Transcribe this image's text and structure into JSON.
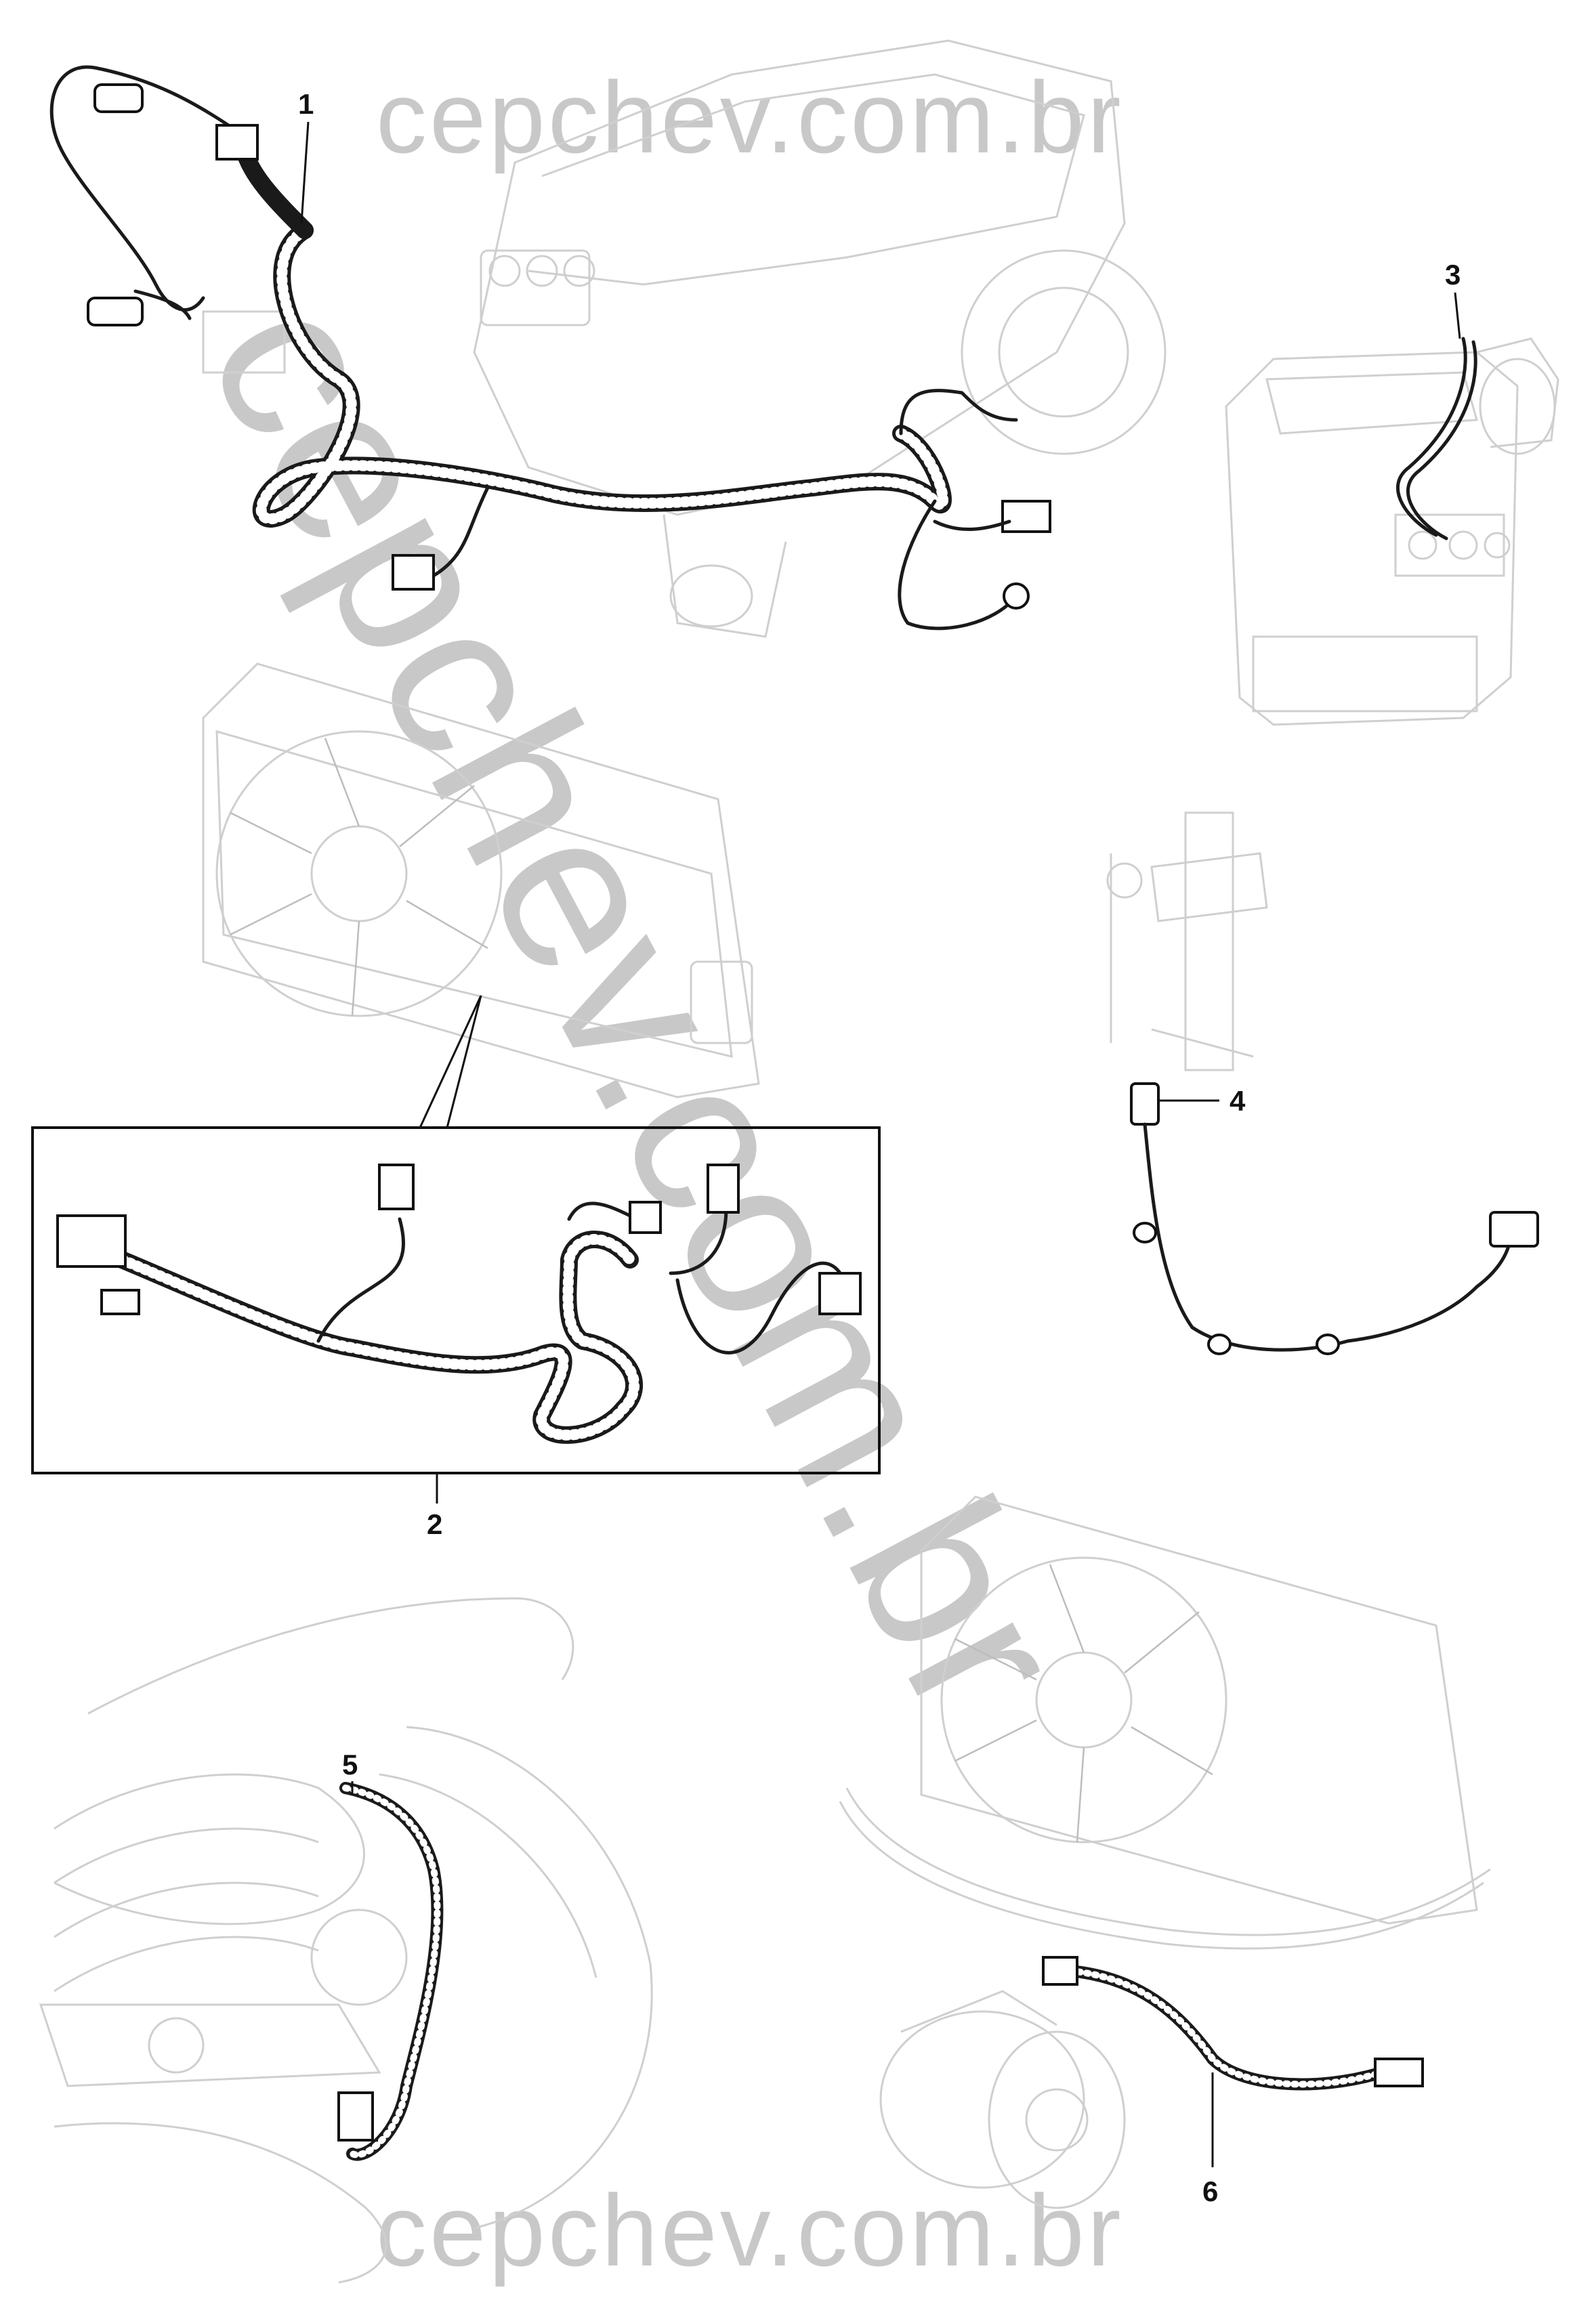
{
  "watermark": {
    "top_text": "cepchev.com.br",
    "bottom_text": "cepchev.com.br",
    "diagonal_text": "cepchev.com.br",
    "color": "#c8c8c8"
  },
  "callouts": [
    "1",
    "2",
    "3",
    "4",
    "5",
    "6"
  ]
}
